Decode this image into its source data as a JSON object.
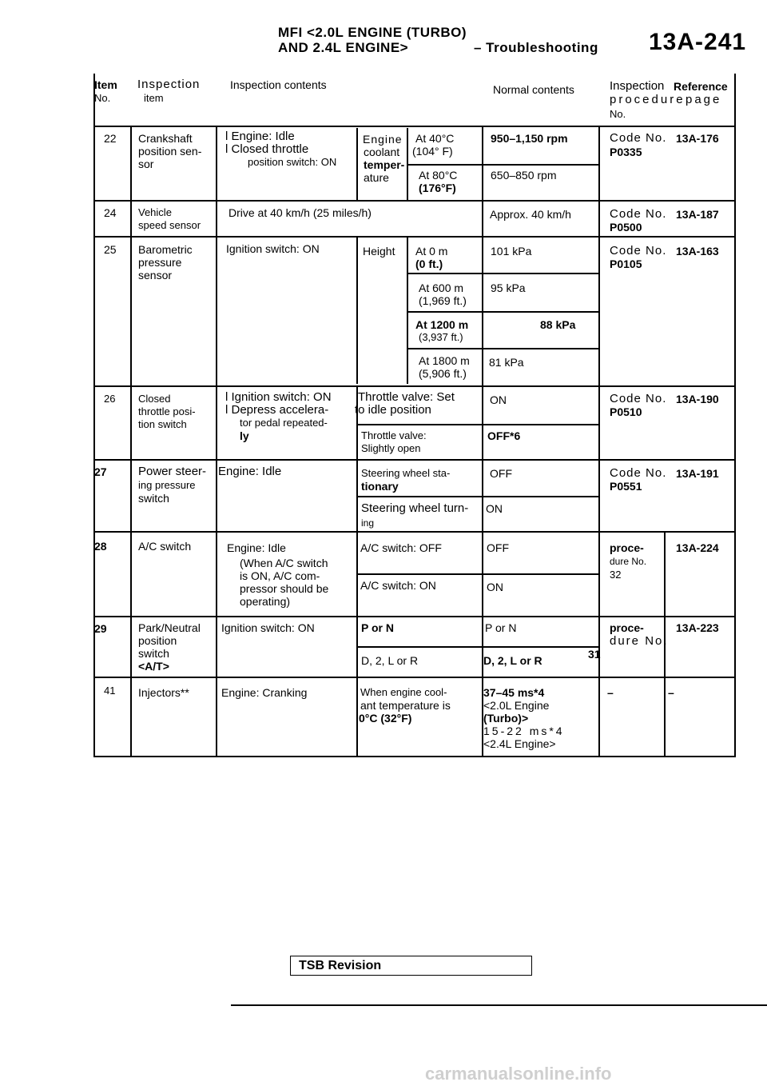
{
  "header": {
    "line1": "MFI <2.0L ENGINE (TURBO)",
    "line2": "AND 2.4L ENGINE>",
    "section": "– Troubleshooting",
    "page_number": "13A-241"
  },
  "columns": {
    "item_no_1": "Item",
    "item_no_2": "No.",
    "insp_item_1": "Inspection",
    "insp_item_2": "item",
    "contents": "Inspection contents",
    "normal": "Normal contents",
    "proc_1": "Inspection",
    "proc_2": "procedure",
    "proc_3": "No.",
    "ref_1": "Reference",
    "ref_2": "page"
  },
  "rows": {
    "r22": {
      "no": "22",
      "item": [
        "Crankshaft",
        "position sen-",
        "sor"
      ],
      "cond_a": "Engine: Idle",
      "cond_b": "Closed throttle",
      "cond_c": "position switch: ON",
      "sub": [
        "Engine",
        "coolant",
        "temper-",
        "ature"
      ],
      "c1_a": "At 40°C",
      "c1_b": "(104° F)",
      "v1": "950–1,150 rpm",
      "c2_a": "At 80°C",
      "c2_b": "(176°F)",
      "v2": "650–850 rpm",
      "proc_a": "Code No.",
      "proc_b": "P0335",
      "ref": "13A-176"
    },
    "r24": {
      "no": "24",
      "item": [
        "Vehicle",
        "speed sensor"
      ],
      "cond": "Drive at 40 km/h (25 miles/h)",
      "normal": "Approx. 40 km/h",
      "proc_a": "Code No.",
      "proc_b": "P0500",
      "ref": "13A-187"
    },
    "r25": {
      "no": "25",
      "item": [
        "Barometric",
        "pressure",
        "sensor"
      ],
      "cond": "Ignition switch: ON",
      "sub": "Height",
      "h1_a": "At 0 m",
      "h1_b": "(0 ft.)",
      "v1": "101 kPa",
      "h2_a": "At 600 m",
      "h2_b": "(1,969 ft.)",
      "v2": "95 kPa",
      "h3_a": "At 1200 m",
      "h3_b": "(3,937 ft.)",
      "v3": "88 kPa",
      "h4_a": "At 1800 m",
      "h4_b": "(5,906 ft.)",
      "v4": "81 kPa",
      "proc_a": "Code No.",
      "proc_b": "P0105",
      "ref": "13A-163"
    },
    "r26": {
      "no": "26",
      "item": [
        "Closed",
        "throttle posi-",
        "tion switch"
      ],
      "cond_a": "Ignition switch: ON",
      "cond_b": "Depress accelera-",
      "cond_c": "tor pedal repeated-",
      "cond_d": "ly",
      "s1_a": "Throttle valve: Set",
      "s1_b": "to idle position",
      "v1": "ON",
      "s2_a": "Throttle valve:",
      "s2_b": "Slightly open",
      "v2": "OFF*6",
      "proc_a": "Code No.",
      "proc_b": "P0510",
      "ref": "13A-190"
    },
    "r27": {
      "no": "27",
      "item": [
        "Power steer-",
        "ing pressure",
        "switch"
      ],
      "cond": "Engine: Idle",
      "s1_a": "Steering wheel sta-",
      "s1_b": "tionary",
      "v1": "OFF",
      "s2_a": "Steering wheel turn-",
      "s2_b": "ing",
      "v2": "ON",
      "proc_a": "Code No.",
      "proc_b": "P0551",
      "ref": "13A-191"
    },
    "r28": {
      "no": "28",
      "item": [
        "A/C switch"
      ],
      "cond": [
        "Engine: Idle",
        "(When A/C switch",
        "is ON, A/C com-",
        "pressor should be",
        "operating)"
      ],
      "s1": "A/C switch: OFF",
      "v1": "OFF",
      "s2": "A/C switch: ON",
      "v2": "ON",
      "proc_a": "proce-",
      "proc_b": "dure No.",
      "proc_c": "32",
      "ref": "13A-224"
    },
    "r29": {
      "no": "29",
      "item": [
        "Park/Neutral",
        "position",
        "switch",
        "<A/T>"
      ],
      "cond": "Ignition switch: ON",
      "s1": "P or N",
      "v1": "P or N",
      "s2": "D, 2, L or R",
      "v2": "D, 2, L or R",
      "proc_a": "proce-",
      "proc_b": "dure No.",
      "proc_c": "31",
      "ref": "13A-223"
    },
    "r41": {
      "no": "41",
      "item": [
        "Injectors**"
      ],
      "cond": "Engine: Cranking",
      "s1": "When engine cool-",
      "s2": "ant temperature is",
      "s3": "0°C (32°F)",
      "v1": "37–45 ms*4",
      "v2": "<2.0L Engine",
      "v3": "(Turbo)>",
      "v4": "15-22 ms*4",
      "v5": "<2.4L Engine>",
      "proc": "–",
      "ref": "–"
    }
  },
  "footer": {
    "revision": "TSB Revision"
  },
  "watermark": "carmanualsonline.info"
}
